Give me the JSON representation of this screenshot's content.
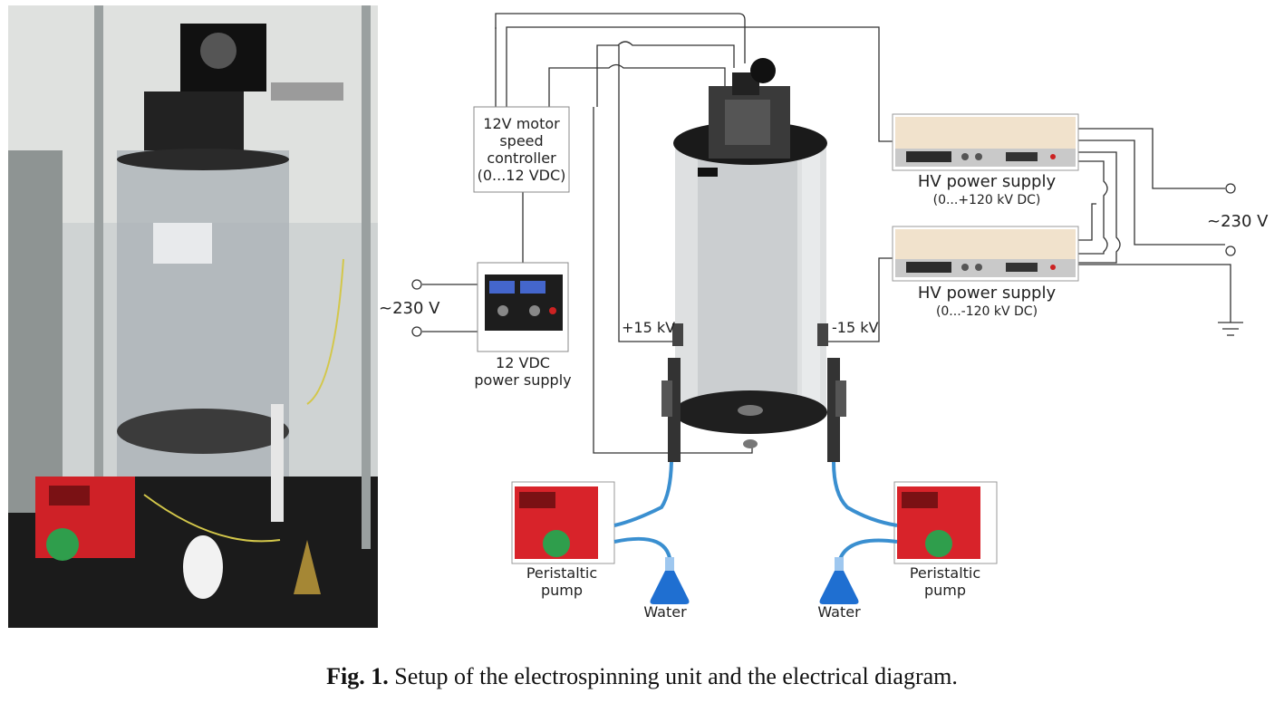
{
  "labels": {
    "motor_controller": [
      "12V motor",
      "speed",
      "controller",
      "(0...12 VDC)"
    ],
    "vdc_supply": [
      "12 VDC",
      "power supply"
    ],
    "mains_left": "~230 V",
    "mains_right": "~230 V",
    "hv_supply_top": "HV power supply",
    "hv_supply_top_range": "(0...+120 kV DC)",
    "hv_supply_bottom": "HV power supply",
    "hv_supply_bottom_range": "(0...-120 kV DC)",
    "plus_voltage": "+15 kV",
    "minus_voltage": "-15 kV",
    "pump_left": [
      "Peristaltic",
      "pump"
    ],
    "pump_right": [
      "Peristaltic",
      "pump"
    ],
    "water_left": "Water",
    "water_right": "Water"
  },
  "caption": {
    "label": "Fig. 1.",
    "text": " Setup of the electrospinning unit and the electrical diagram."
  },
  "colors": {
    "wire": "#333333",
    "tubing": "#3a8fd0",
    "pump_red": "#d8232a",
    "pump_green": "#2f9e4c",
    "water_blue": "#1f6fd1",
    "hv_beige": "#f1e2cc"
  }
}
